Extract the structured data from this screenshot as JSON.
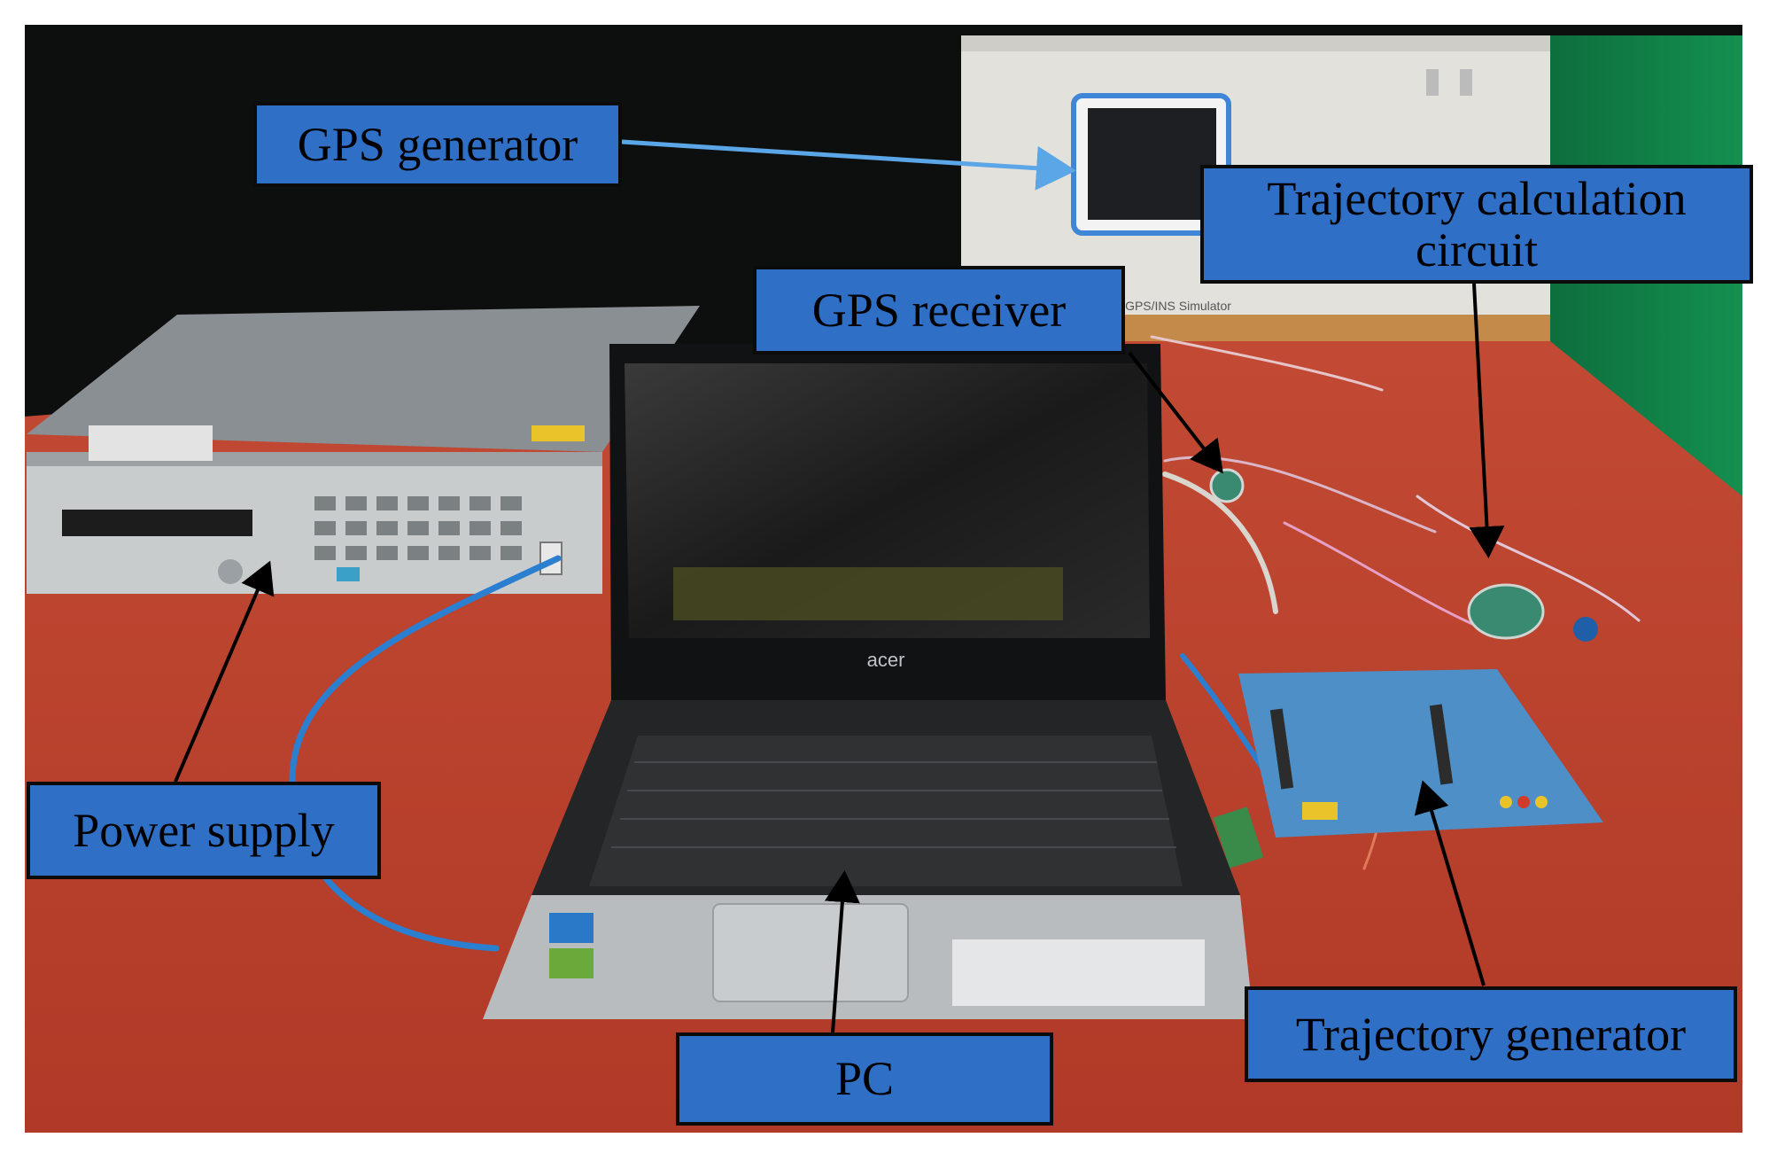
{
  "labels": {
    "gps_generator": "GPS generator",
    "trajectory_calculation_circuit": "Trajectory calculation circuit",
    "gps_receiver": "GPS receiver",
    "power_supply": "Power supply",
    "trajectory_generator": "Trajectory generator",
    "pc": "PC"
  },
  "photo_text": {
    "laptop_brand": "acer",
    "simulator_panel": "GPS/INS Simulator"
  },
  "colors": {
    "label_fill": "#2f6fc6",
    "label_border": "#0b0b0b",
    "arrow_gps_generator": "#5aa6e6",
    "arrow_default": "#000000",
    "table": "#b8412c",
    "backdrop_green": "#0e7a46"
  }
}
